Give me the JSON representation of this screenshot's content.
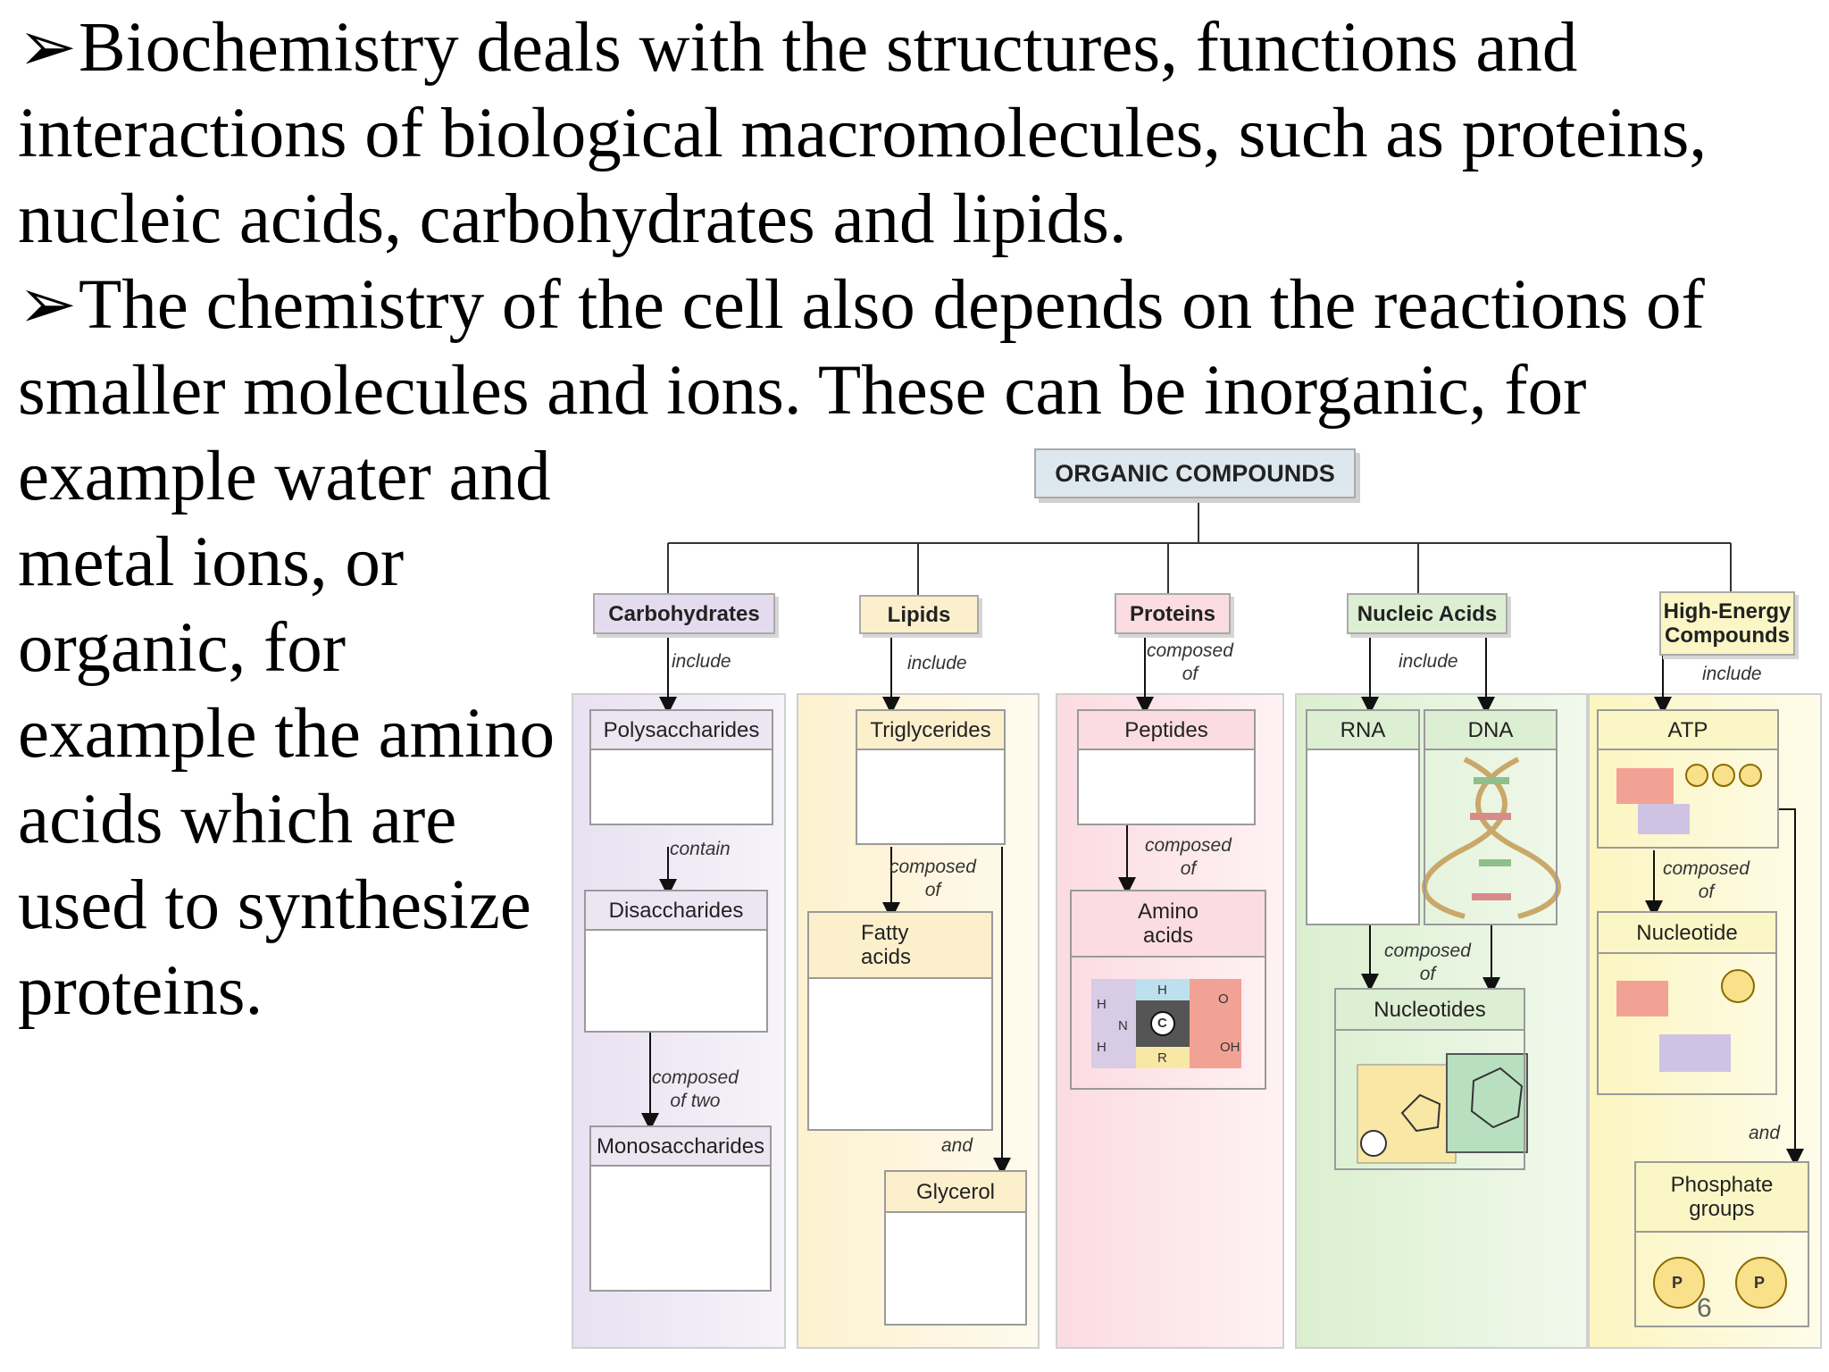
{
  "text": {
    "lines": [
      {
        "bullet": "➢",
        "text": "Biochemistry deals with the structures, functions and"
      },
      {
        "bullet": "",
        "text": "interactions of biological macromolecules, such as proteins,"
      },
      {
        "bullet": "",
        "text": "nucleic acids, carbohydrates and lipids."
      },
      {
        "bullet": "➢",
        "text": "The chemistry of the cell also depends on the reactions of"
      },
      {
        "bullet": "",
        "text": "smaller molecules and ions. These can be inorganic, for"
      },
      {
        "bullet": "",
        "text": "example water and"
      },
      {
        "bullet": "",
        "text": "metal ions, or"
      },
      {
        "bullet": "",
        "text": "organic, for"
      },
      {
        "bullet": "",
        "text": "example the amino"
      },
      {
        "bullet": "",
        "text": "acids which are"
      },
      {
        "bullet": "",
        "text": "used to synthesize"
      },
      {
        "bullet": "",
        "text": "proteins."
      }
    ]
  },
  "diagram": {
    "root": "ORGANIC COMPOUNDS",
    "carbohydrates": {
      "title": "Carbohydrates",
      "include": "include",
      "polysaccharides": "Polysaccharides",
      "contain": "contain",
      "disaccharides": "Disaccharides",
      "composed_of_two": "composed\nof two",
      "monosaccharides": "Monosaccharides"
    },
    "lipids": {
      "title": "Lipids",
      "include": "include",
      "triglycerides": "Triglycerides",
      "composed_of": "composed\nof",
      "fatty_acids": "Fatty\nacids",
      "and": "and",
      "glycerol": "Glycerol"
    },
    "proteins": {
      "title": "Proteins",
      "composed_of": "composed\nof",
      "peptides": "Peptides",
      "composed_of_2": "composed\nof",
      "amino_acids": "Amino\nacids",
      "atoms": {
        "h1": "H",
        "h2": "H",
        "h3": "H",
        "n": "N",
        "c": "C",
        "o": "O",
        "oh": "OH",
        "r": "R"
      }
    },
    "nucleic_acids": {
      "title": "Nucleic Acids",
      "include": "include",
      "rna": "RNA",
      "dna": "DNA",
      "composed_of": "composed\nof",
      "nucleotides": "Nucleotides"
    },
    "high_energy": {
      "title": "High-Energy\nCompounds",
      "include": "include",
      "atp": "ATP",
      "composed_of": "composed\nof",
      "nucleotide": "Nucleotide",
      "and": "and",
      "phosphate_groups": "Phosphate\ngroups",
      "p_label": "P"
    }
  },
  "page_number": "6",
  "colors": {
    "carbohydrates": "#e4dcee",
    "lipids": "#fcefcc",
    "proteins": "#fbdce2",
    "nucleic_acids": "#dcefd2",
    "high_energy": "#fbf6c6",
    "root": "#dde8ee"
  }
}
